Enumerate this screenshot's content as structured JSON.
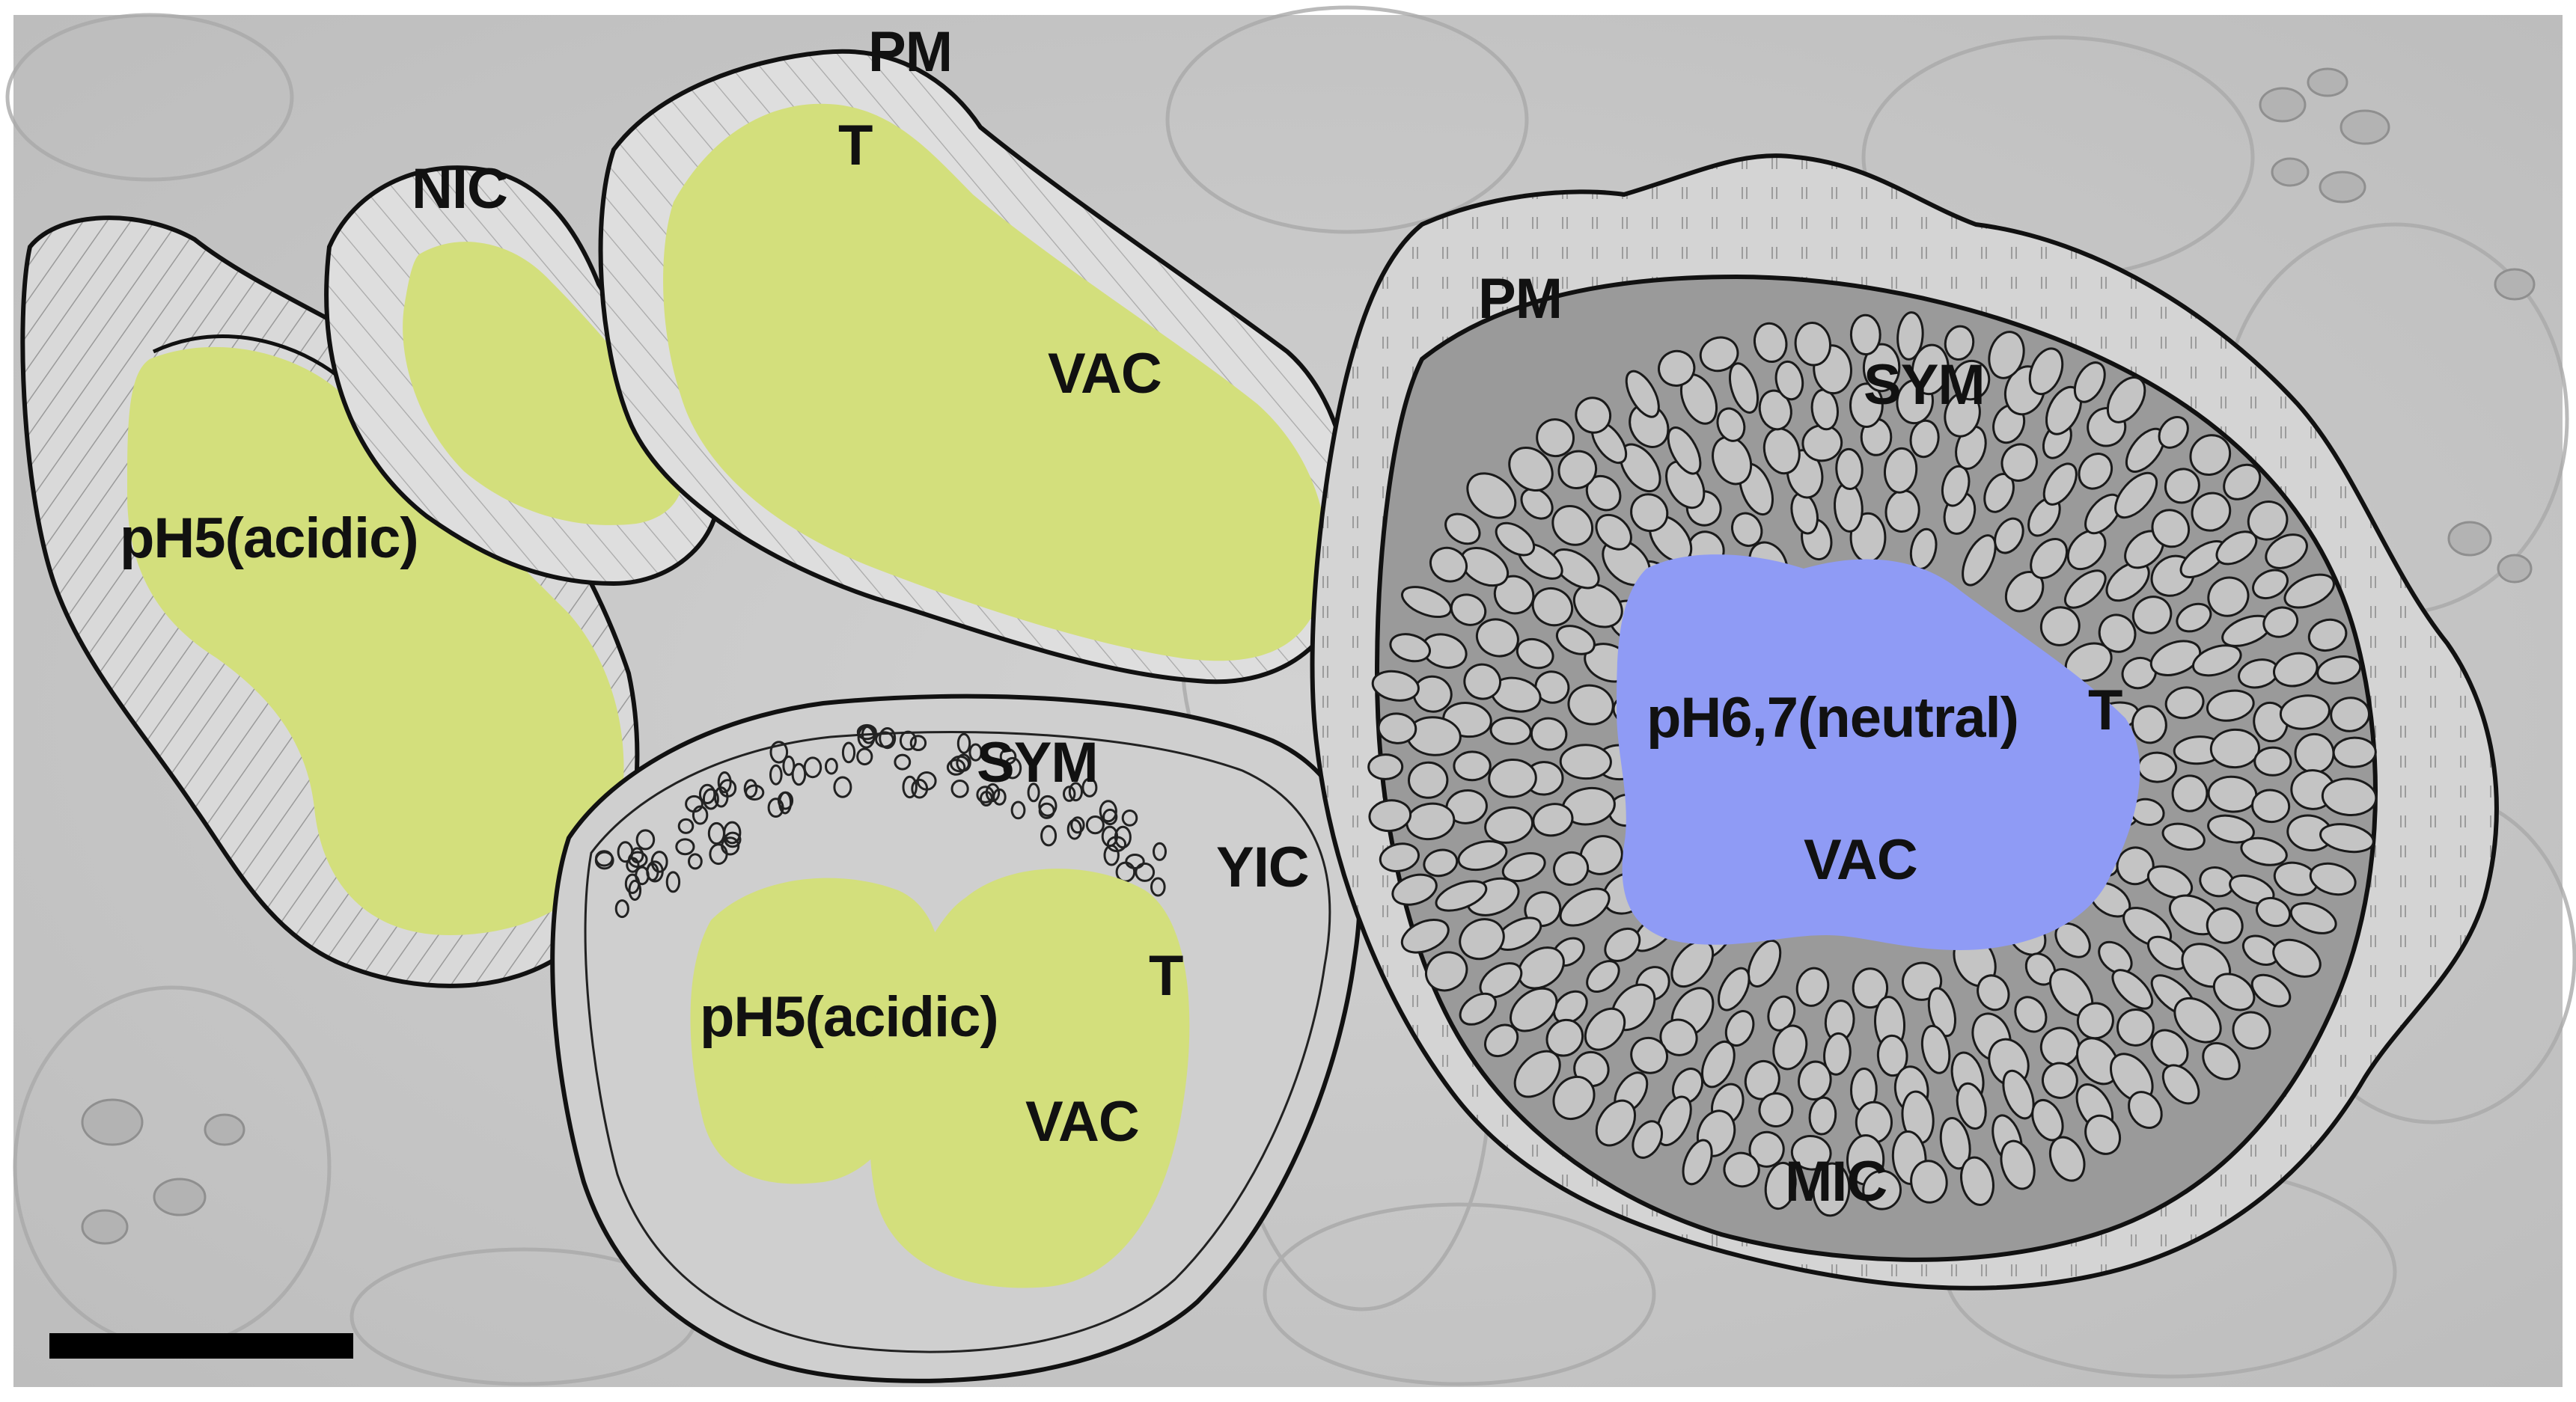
{
  "colors": {
    "background": "#c9c9c9",
    "membrane_hatch": "#d8d8d8",
    "acidic_vacuole": "#d3df7c",
    "neutral_vacuole": "#8f9bf5",
    "outline": "#111111",
    "scale_bar": "#000000"
  },
  "labels": {
    "pm_top": "PM",
    "t_top": "T",
    "nic": "NIC",
    "vac_top": "VAC",
    "ph5_left": "pH5(acidic)",
    "pm_right": "PM",
    "sym_right": "SYM",
    "ph67": "pH6,7(neutral)",
    "t_right": "T",
    "vac_right": "VAC",
    "mic": "MIC",
    "sym_middle": "SYM",
    "yic": "YIC",
    "t_middle": "T",
    "ph5_middle": "pH5(acidic)",
    "vac_middle": "VAC"
  }
}
